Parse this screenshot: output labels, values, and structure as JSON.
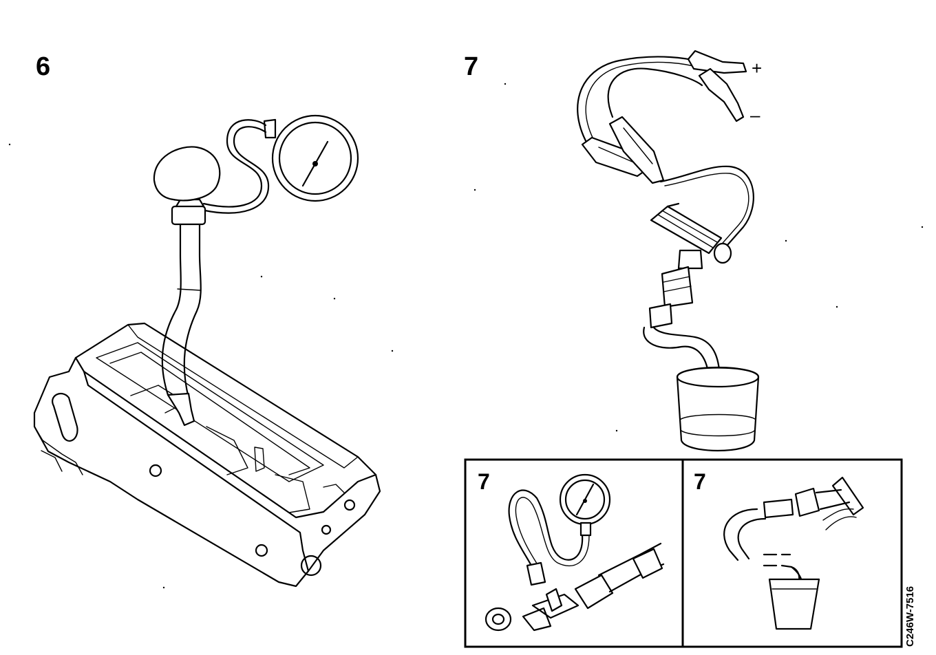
{
  "figures": {
    "main_left": {
      "label": "6"
    },
    "main_right": {
      "label": "7",
      "plus": "+",
      "minus": "–"
    },
    "inset_left": {
      "label": "7"
    },
    "inset_right": {
      "label": "7"
    }
  },
  "reference_code": "C246W-7516"
}
